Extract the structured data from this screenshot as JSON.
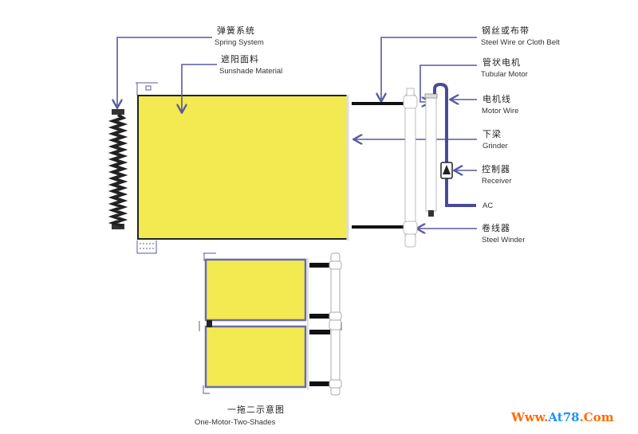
{
  "labels": {
    "spring_system": {
      "cn": "弹簧系统",
      "en": "Spring System"
    },
    "sunshade_material": {
      "cn": "遮阳面料",
      "en": "Sunshade Material"
    },
    "steel_wire": {
      "cn": "钢丝或布带",
      "en": "Steel Wire or Cloth Belt"
    },
    "tubular_motor": {
      "cn": "管状电机",
      "en": "Tubular Motor"
    },
    "motor_wire": {
      "cn": "电机线",
      "en": "Motor Wire"
    },
    "grinder": {
      "cn": "下梁",
      "en": "Grinder"
    },
    "receiver": {
      "cn": "控制器",
      "en": "Receiver"
    },
    "ac": "AC",
    "steel_winder": {
      "cn": "卷线器",
      "en": "Steel Winder"
    }
  },
  "caption": {
    "cn": "一拖二示意图",
    "en": "One-Motor-Two-Shades"
  },
  "watermark": {
    "part1": "Www.",
    "part2": "At78",
    "part3": ".Com"
  },
  "colors": {
    "fabric": "#f2ea50",
    "leader": "#5a5a9e",
    "wire": "#4a4a9a",
    "wm_orange": "#ff6a00",
    "wm_blue": "#1e90ff"
  }
}
